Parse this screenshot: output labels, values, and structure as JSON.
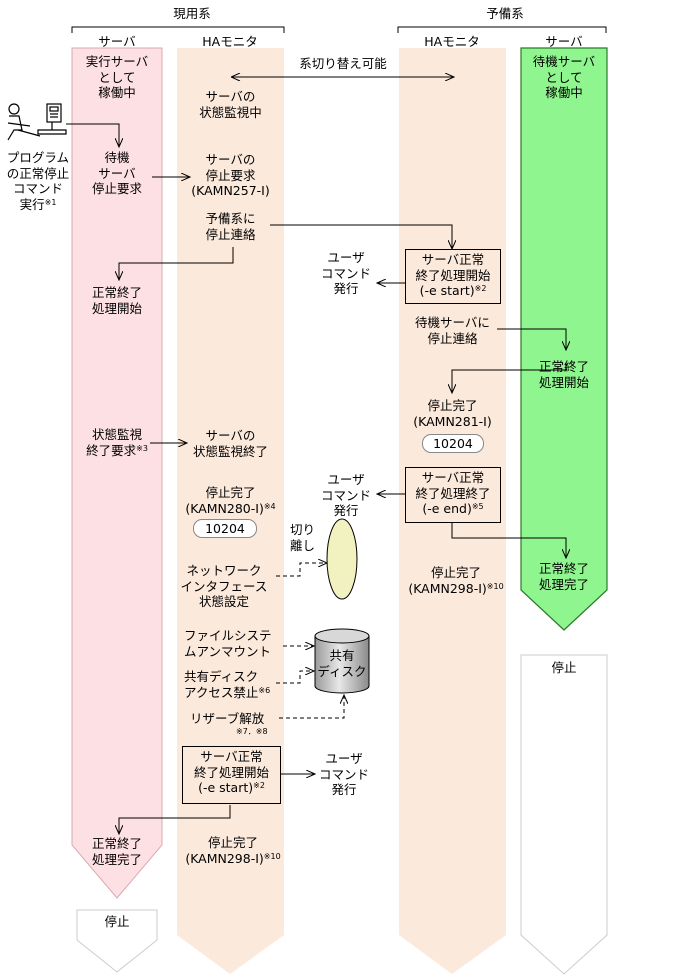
{
  "headers": {
    "active_system": "現用系",
    "standby_system": "予備系",
    "server": "サーバ",
    "ha_monitor": "HAモニタ"
  },
  "switch_label": "系切り替え可能",
  "program_exec": [
    "プログラム",
    "の正常停止",
    "コマンド",
    "実行"
  ],
  "active_server": {
    "running": [
      "実行サーバ",
      "として",
      "稼働中"
    ],
    "stop_request": [
      "待機",
      "サーバ",
      "停止要求"
    ],
    "normal_end_start": [
      "正常終了",
      "処理開始"
    ],
    "monitor_end_request": [
      "状態監視",
      "終了要求"
    ],
    "normal_end_done": [
      "正常終了",
      "処理完了"
    ],
    "stopped": "停止"
  },
  "active_ha": {
    "monitoring": [
      "サーバの",
      "状態監視中"
    ],
    "stop_request": [
      "サーバの",
      "停止要求",
      "(KAMN257-I)"
    ],
    "notify": [
      "予備系に",
      "停止連絡"
    ],
    "monitor_end": [
      "サーバの",
      "状態監視終了"
    ],
    "stop_done": [
      "停止完了",
      "(KAMN280-I)"
    ],
    "code": "10204",
    "network": [
      "ネットワーク",
      "インタフェース",
      "状態設定"
    ],
    "fs_unmount": [
      "ファイルシステ",
      "ムアンマウント"
    ],
    "disk_access": [
      "共有ディスク",
      "アクセス禁止"
    ],
    "reserve": "リザーブ解放",
    "reserve_notes": "※7．※8",
    "box_start": [
      "サーバ正常",
      "終了処理開始",
      "(-e start)"
    ],
    "final_done": [
      "停止完了",
      "(KAMN298-I)"
    ]
  },
  "standby_ha": {
    "box_start": [
      "サーバ正常",
      "終了処理開始",
      "(-e start)"
    ],
    "notify": [
      "待機サーバに",
      "停止連絡"
    ],
    "stop_done": [
      "停止完了",
      "(KAMN281-I)"
    ],
    "code": "10204",
    "box_end": [
      "サーバ正常",
      "終了処理終了",
      "(-e end)"
    ],
    "final_done": [
      "停止完了",
      "(KAMN298-I)"
    ]
  },
  "standby_server": {
    "running": [
      "待機サーバ",
      "として",
      "稼働中"
    ],
    "normal_end_start": [
      "正常終了",
      "処理開始"
    ],
    "normal_end_done": [
      "正常終了",
      "処理完了"
    ],
    "stopped": "停止"
  },
  "user_command": [
    "ユーザ",
    "コマンド",
    "発行"
  ],
  "separation": [
    "切り",
    "離し"
  ],
  "shared_disk": [
    "共有",
    "ディスク"
  ],
  "notes": {
    "n1": "※1",
    "n2": "※2",
    "n3": "※3",
    "n4": "※4",
    "n5": "※5",
    "n6": "※6",
    "n10": "※10"
  },
  "colors": {
    "active_server_lane": "#fde0e4",
    "ha_lane": "#fbe9dc",
    "standby_server_lane": "#8ff58f",
    "stopped_lane": "#ffffff",
    "separation_ellipse": "#f2f2c0",
    "disk": "#c8c8c8"
  }
}
